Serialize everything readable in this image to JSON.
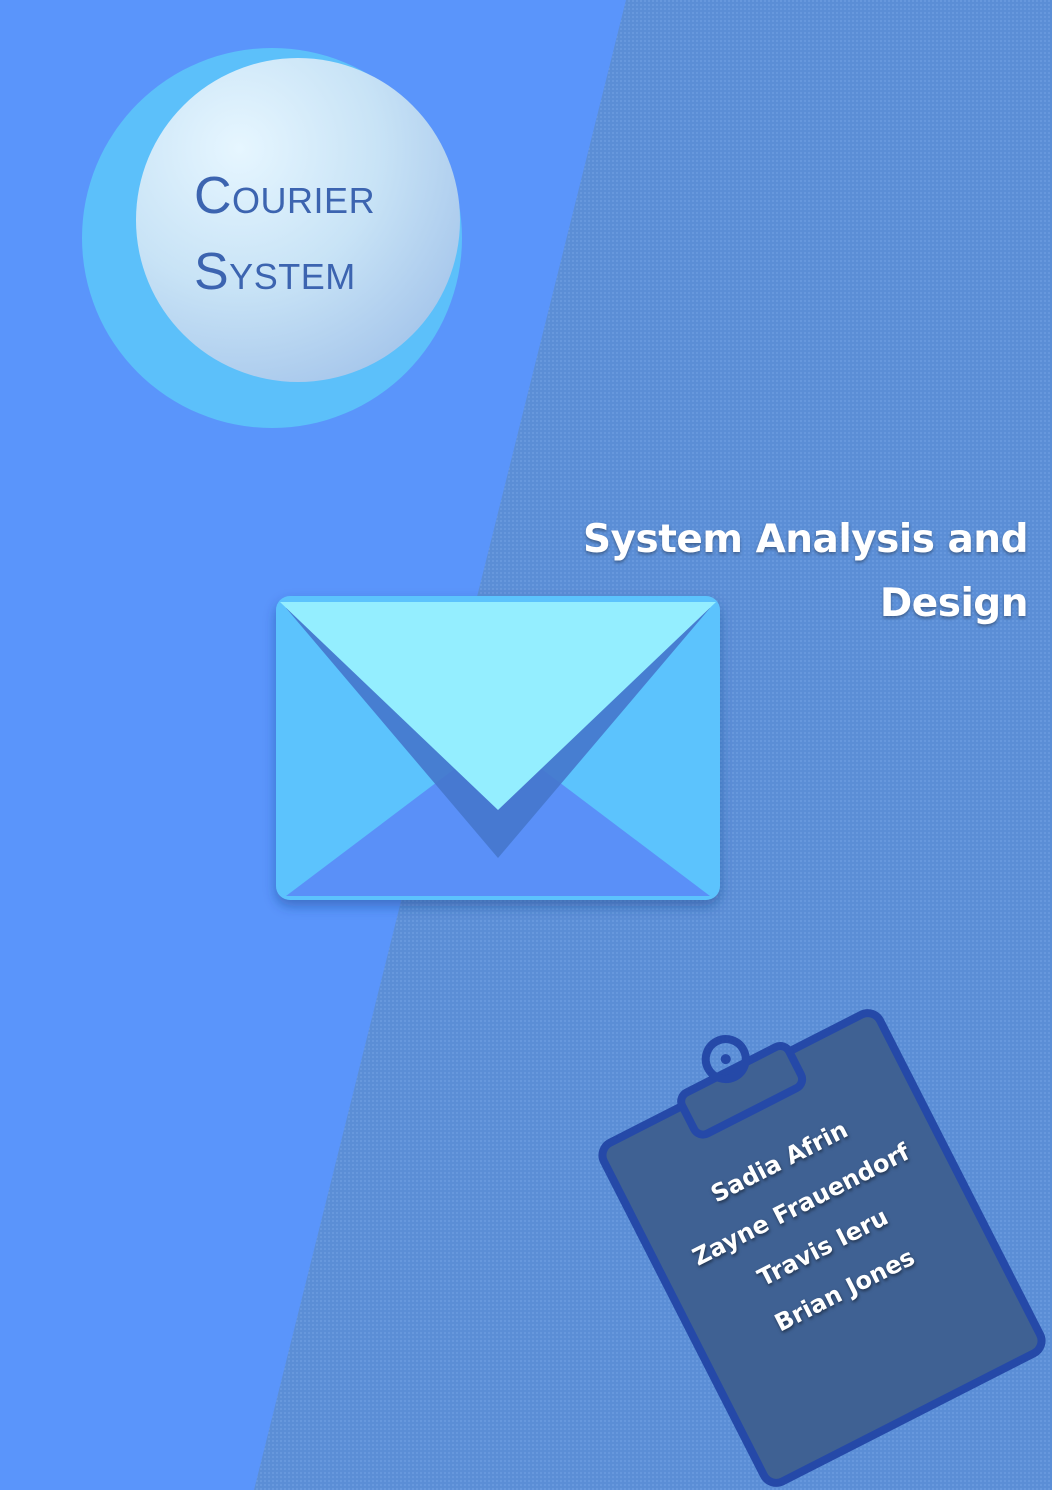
{
  "cover": {
    "title_line1": "Courier",
    "title_line2": "System",
    "subject": "System Analysis and Design",
    "authors": [
      "Sadia Afrin",
      "Zayne Frauendorf",
      "Travis Ieru",
      "Brian Jones"
    ]
  },
  "colors": {
    "background_left": "#5a95fb",
    "background_right": "#5b8ed6",
    "circle_outer": "#5cc0fa",
    "envelope_flap": "#94eeff",
    "envelope_body": "#5cc3fd",
    "clipboard": "#3f6193",
    "clipboard_border": "#2549a8"
  },
  "icons": [
    "envelope-icon",
    "clipboard-icon"
  ]
}
